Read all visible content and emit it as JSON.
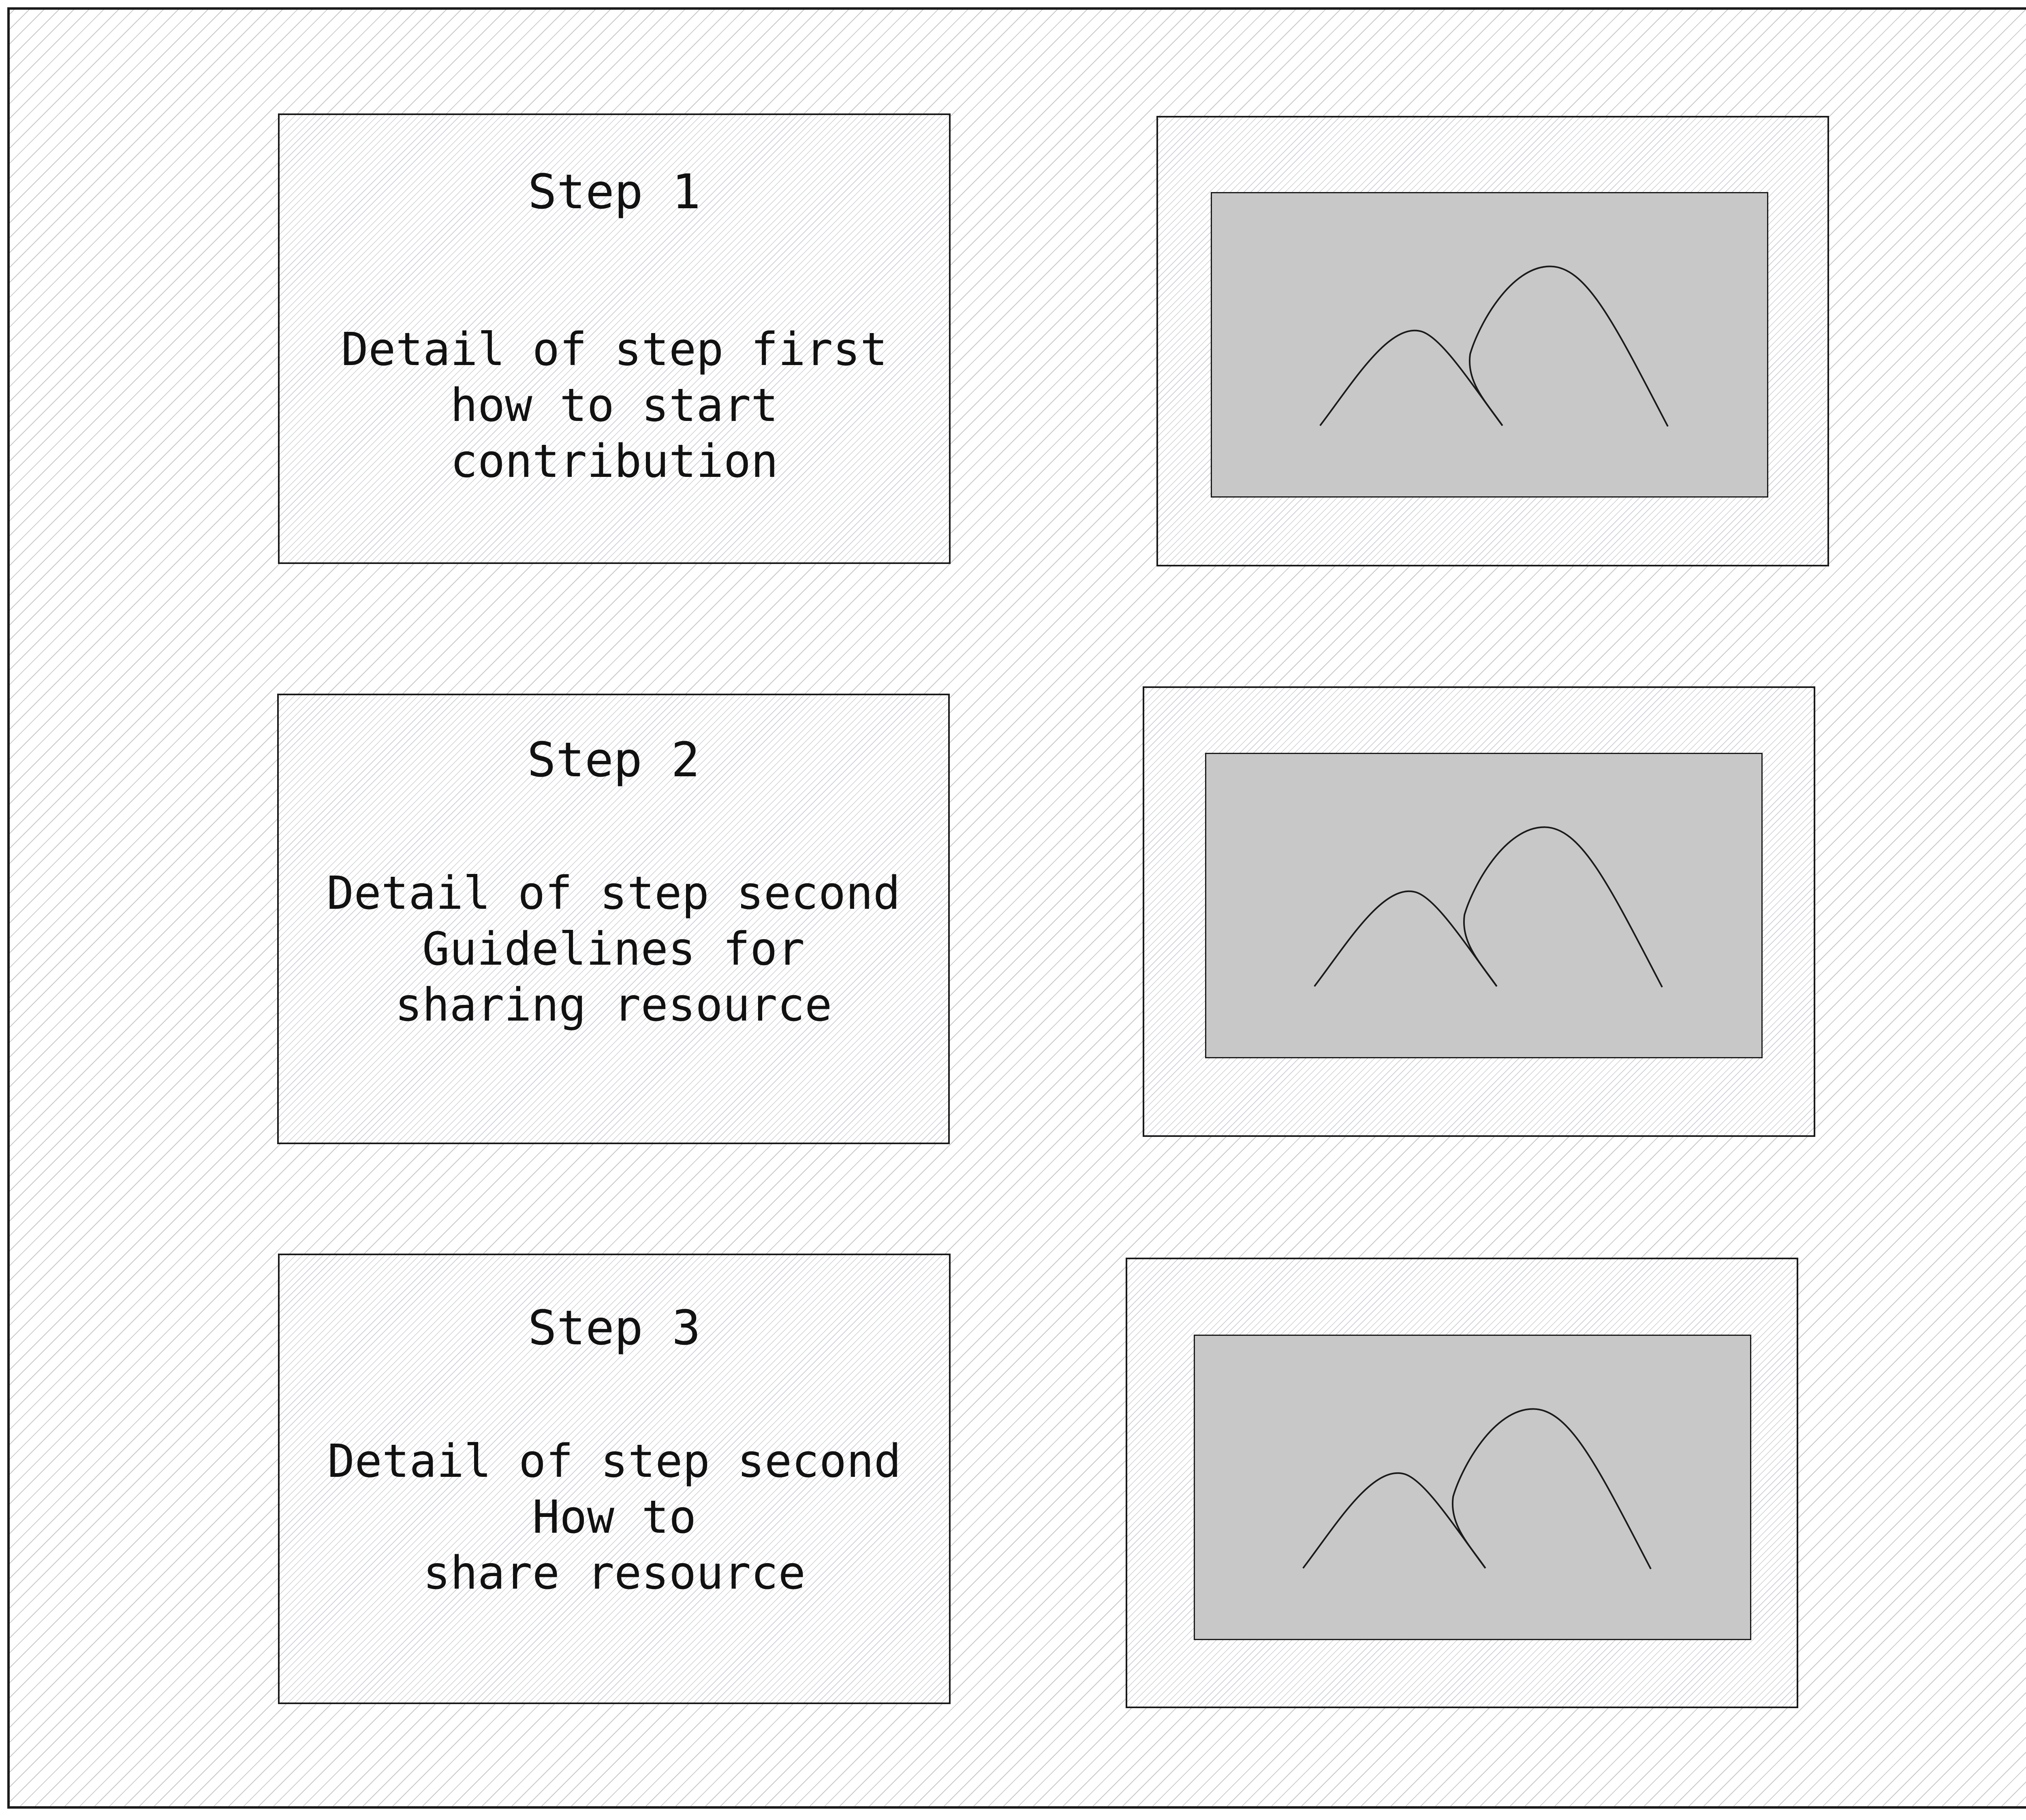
{
  "steps": [
    {
      "title": "Step 1",
      "detail": [
        "Detail of step first",
        "how to start",
        "contribution"
      ]
    },
    {
      "title": "Step 2",
      "detail": [
        "Detail of step second",
        "Guidelines for",
        "sharing resource"
      ]
    },
    {
      "title": "Step 3",
      "detail": [
        "Detail of step second",
        "How to",
        "share resource"
      ]
    }
  ],
  "images": [
    {
      "icon": "mountain-image-icon"
    },
    {
      "icon": "mountain-image-icon"
    },
    {
      "icon": "mountain-image-icon"
    }
  ],
  "colors": {
    "stroke": "#1a1a1a",
    "placeholder_fill": "#c8c8c8",
    "hatch": "#c9c9c9"
  }
}
